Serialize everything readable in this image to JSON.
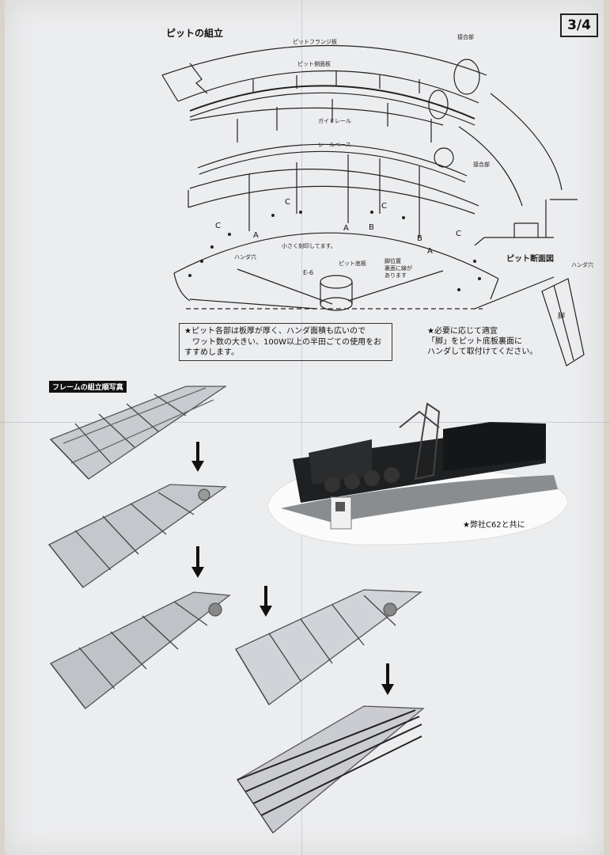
{
  "page": {
    "page_number": "3/4",
    "section_title": "ピットの組立"
  },
  "diagram": {
    "labels": {
      "pit_flange_plate": "ピットフランジ板",
      "pit_side_plate": "ピット側面板",
      "joint_top": "接合部",
      "guide_rail": "ガイドレール",
      "rail_base": "レールベース",
      "joint_mid": "接合部",
      "pit_section": "ピット断面図",
      "solder_hole_left": "ハンダ穴",
      "solder_hole_right": "ハンダ穴",
      "small_mark": "小さく刻印してます。",
      "pit_bottom_plate": "ピット底板",
      "leg_position": "脚位置\n裏面に線が\nあります",
      "e6": "E-6",
      "leg": "脚"
    },
    "markers": [
      "A",
      "A",
      "A",
      "B",
      "B",
      "C",
      "C",
      "C",
      "C"
    ]
  },
  "notes": {
    "main": "★ピット各部は板厚が厚く、ハンダ面積も広いので\n　ワット数の大きい、100W以上の半田ごての使用をおすすめします。",
    "right": "★必要に応じて適宜\n「脚」をピット底板裏面に\nハンダして取付けてください。"
  },
  "photos": {
    "frame_section_title": "フレームの組立順写真",
    "locomotive_caption": "★弊社C62と共に"
  }
}
